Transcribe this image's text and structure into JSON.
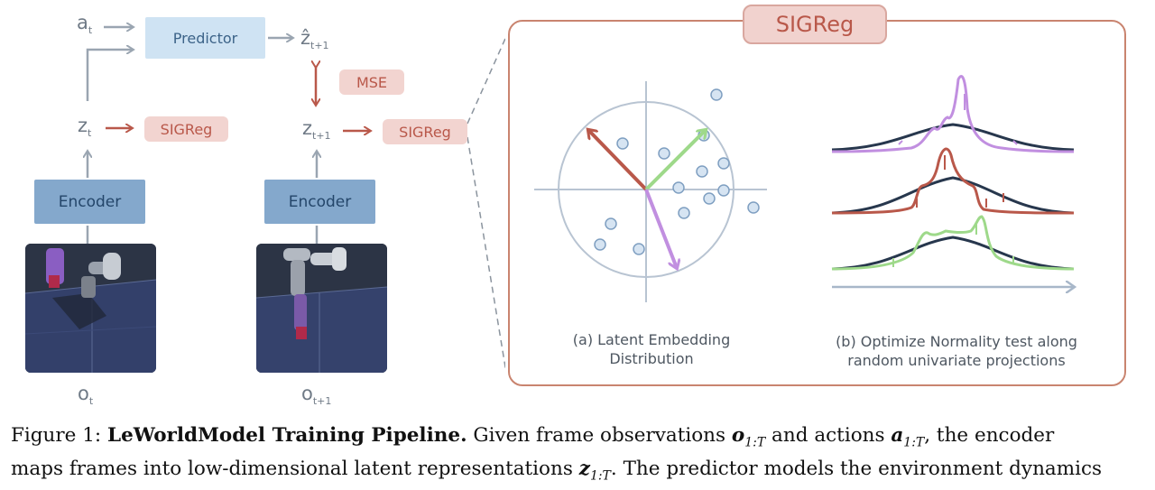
{
  "figure": {
    "pipeline": {
      "action_label": "a",
      "action_sub": "t",
      "predictor_label": "Predictor",
      "zhat_label": "ẑ",
      "zhat_sub": "t+1",
      "mse_label": "MSE",
      "zt_label": "z",
      "zt_sub": "t",
      "zt1_label": "z",
      "zt1_sub": "t+1",
      "sigreg_label": "SIGReg",
      "encoder_label": "Encoder",
      "ot_label": "o",
      "ot_sub": "t",
      "ot1_label": "o",
      "ot1_sub": "t+1"
    },
    "sigreg_panel": {
      "title": "SIGReg",
      "caption_a_line1": "(a)  Latent Embedding",
      "caption_a_line2": "Distribution",
      "caption_b_line1": "(b) Optimize Normality test along",
      "caption_b_line2": "random univariate projections"
    },
    "colors": {
      "arrow_gray": "#9aa5b1",
      "accent_red": "#b9584a",
      "purple": "#c18fe0",
      "green": "#9ed98a",
      "navy": "#27374d",
      "point_fill": "#d6e4f2",
      "point_stroke": "#7f9fc1"
    }
  },
  "caption": {
    "figure_number": "Figure 1:",
    "title": "LeWorldModel Training Pipeline.",
    "text1": " Given frame observations ",
    "o_sym": "o",
    "o_range": "1:T",
    "text2": " and actions ",
    "a_sym": "a",
    "a_range": "1:T",
    "text3": ", the encoder",
    "line2_text1": "maps frames into low-dimensional latent representations ",
    "z_sym": "z",
    "z_range": "1:T",
    "line2_text2": ". The predictor models the environment dynamics"
  }
}
